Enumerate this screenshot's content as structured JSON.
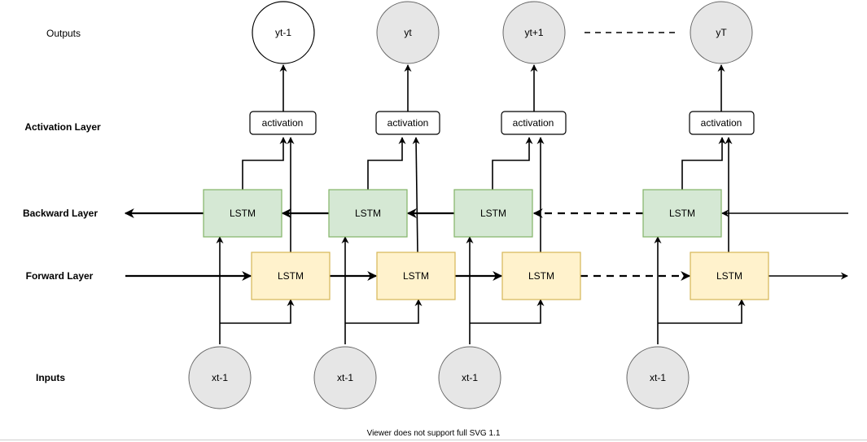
{
  "row_labels": {
    "outputs": "Outputs",
    "activation": "Activation Layer",
    "backward": "Backward Layer",
    "forward": "Forward Layer",
    "inputs": "Inputs"
  },
  "outputs": [
    {
      "label": "yt-1",
      "fill": "#ffffff"
    },
    {
      "label": "yt",
      "fill": "#e6e6e6"
    },
    {
      "label": "yt+1",
      "fill": "#e6e6e6"
    },
    {
      "label": "yT",
      "fill": "#e6e6e6"
    }
  ],
  "activations": [
    "activation",
    "activation",
    "activation",
    "activation"
  ],
  "backward_cells": [
    "LSTM",
    "LSTM",
    "LSTM",
    "LSTM"
  ],
  "forward_cells": [
    "LSTM",
    "LSTM",
    "LSTM",
    "LSTM"
  ],
  "inputs": [
    "xt-1",
    "xt-1",
    "xt-1",
    "xt-1"
  ],
  "footer": "Viewer does not support full SVG 1.1",
  "colors": {
    "backward_fill": "#d5e8d4",
    "backward_stroke": "#82b366",
    "forward_fill": "#fff2cc",
    "forward_stroke": "#d6b656",
    "circle_fill": "#e6e6e6",
    "circle_stroke": "#666666",
    "line": "#000000"
  }
}
